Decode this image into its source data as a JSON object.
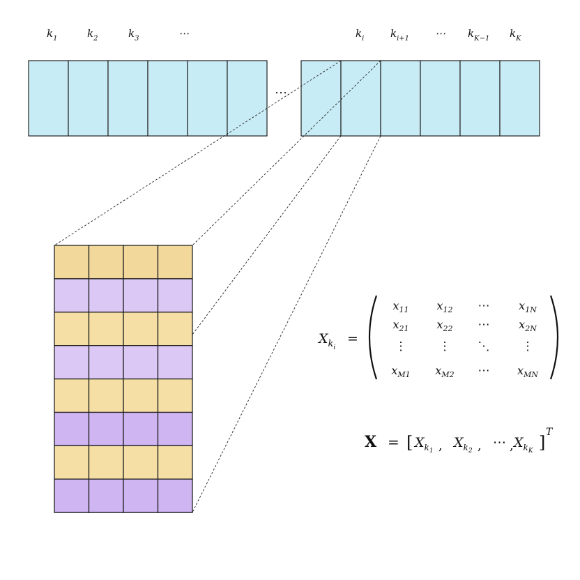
{
  "top_labels_left": [
    {
      "base": "k",
      "sub": "1"
    },
    {
      "base": "k",
      "sub": "2"
    },
    {
      "base": "k",
      "sub": "3"
    },
    {
      "base": "⋯",
      "sub": ""
    }
  ],
  "top_labels_right": [
    {
      "base": "k",
      "sub": "i"
    },
    {
      "base": "k",
      "sub": "i+1"
    },
    {
      "base": "⋯",
      "sub": ""
    },
    {
      "base": "k",
      "sub": "K−1"
    },
    {
      "base": "k",
      "sub": "K"
    }
  ],
  "gap_ellipsis": "⋯",
  "colors": {
    "cell_blue": "#c8ecf5",
    "row_gold": "#f5dfa4",
    "row_gold_header": "#f2d99b",
    "row_purple": "#dcc8f5",
    "row_purple_dark": "#cfb5f2",
    "stroke": "#222222"
  },
  "grid_rows": [
    "gold",
    "purple",
    "gold",
    "purple",
    "gold",
    "purple",
    "gold",
    "purple"
  ],
  "matrix": {
    "lhs_base": "X",
    "lhs_sub_base": "k",
    "lhs_sub_sub": "i",
    "equals": "=",
    "rows": [
      [
        {
          "b": "x",
          "s": "11"
        },
        {
          "b": "x",
          "s": "12"
        },
        {
          "b": "⋯",
          "s": ""
        },
        {
          "b": "x",
          "s": "1N"
        }
      ],
      [
        {
          "b": "x",
          "s": "21"
        },
        {
          "b": "x",
          "s": "22"
        },
        {
          "b": "⋯",
          "s": ""
        },
        {
          "b": "x",
          "s": "2N"
        }
      ],
      [
        {
          "b": "⋮",
          "s": ""
        },
        {
          "b": "⋮",
          "s": ""
        },
        {
          "b": "⋱",
          "s": ""
        },
        {
          "b": "⋮",
          "s": ""
        }
      ],
      [
        {
          "b": "x",
          "s": "M1"
        },
        {
          "b": "x",
          "s": "M2"
        },
        {
          "b": "⋯",
          "s": ""
        },
        {
          "b": "x",
          "s": "MN"
        }
      ]
    ]
  },
  "vector": {
    "lhs": "X",
    "equals": "=",
    "open": "[",
    "terms": [
      {
        "b": "X",
        "s": "k",
        "ss": "1"
      },
      {
        "b": "X",
        "s": "k",
        "ss": "2"
      },
      {
        "b": "⋯",
        "s": "",
        "ss": ""
      },
      {
        "b": "X",
        "s": "k",
        "ss": "K"
      }
    ],
    "close": "]",
    "sup": "T"
  }
}
